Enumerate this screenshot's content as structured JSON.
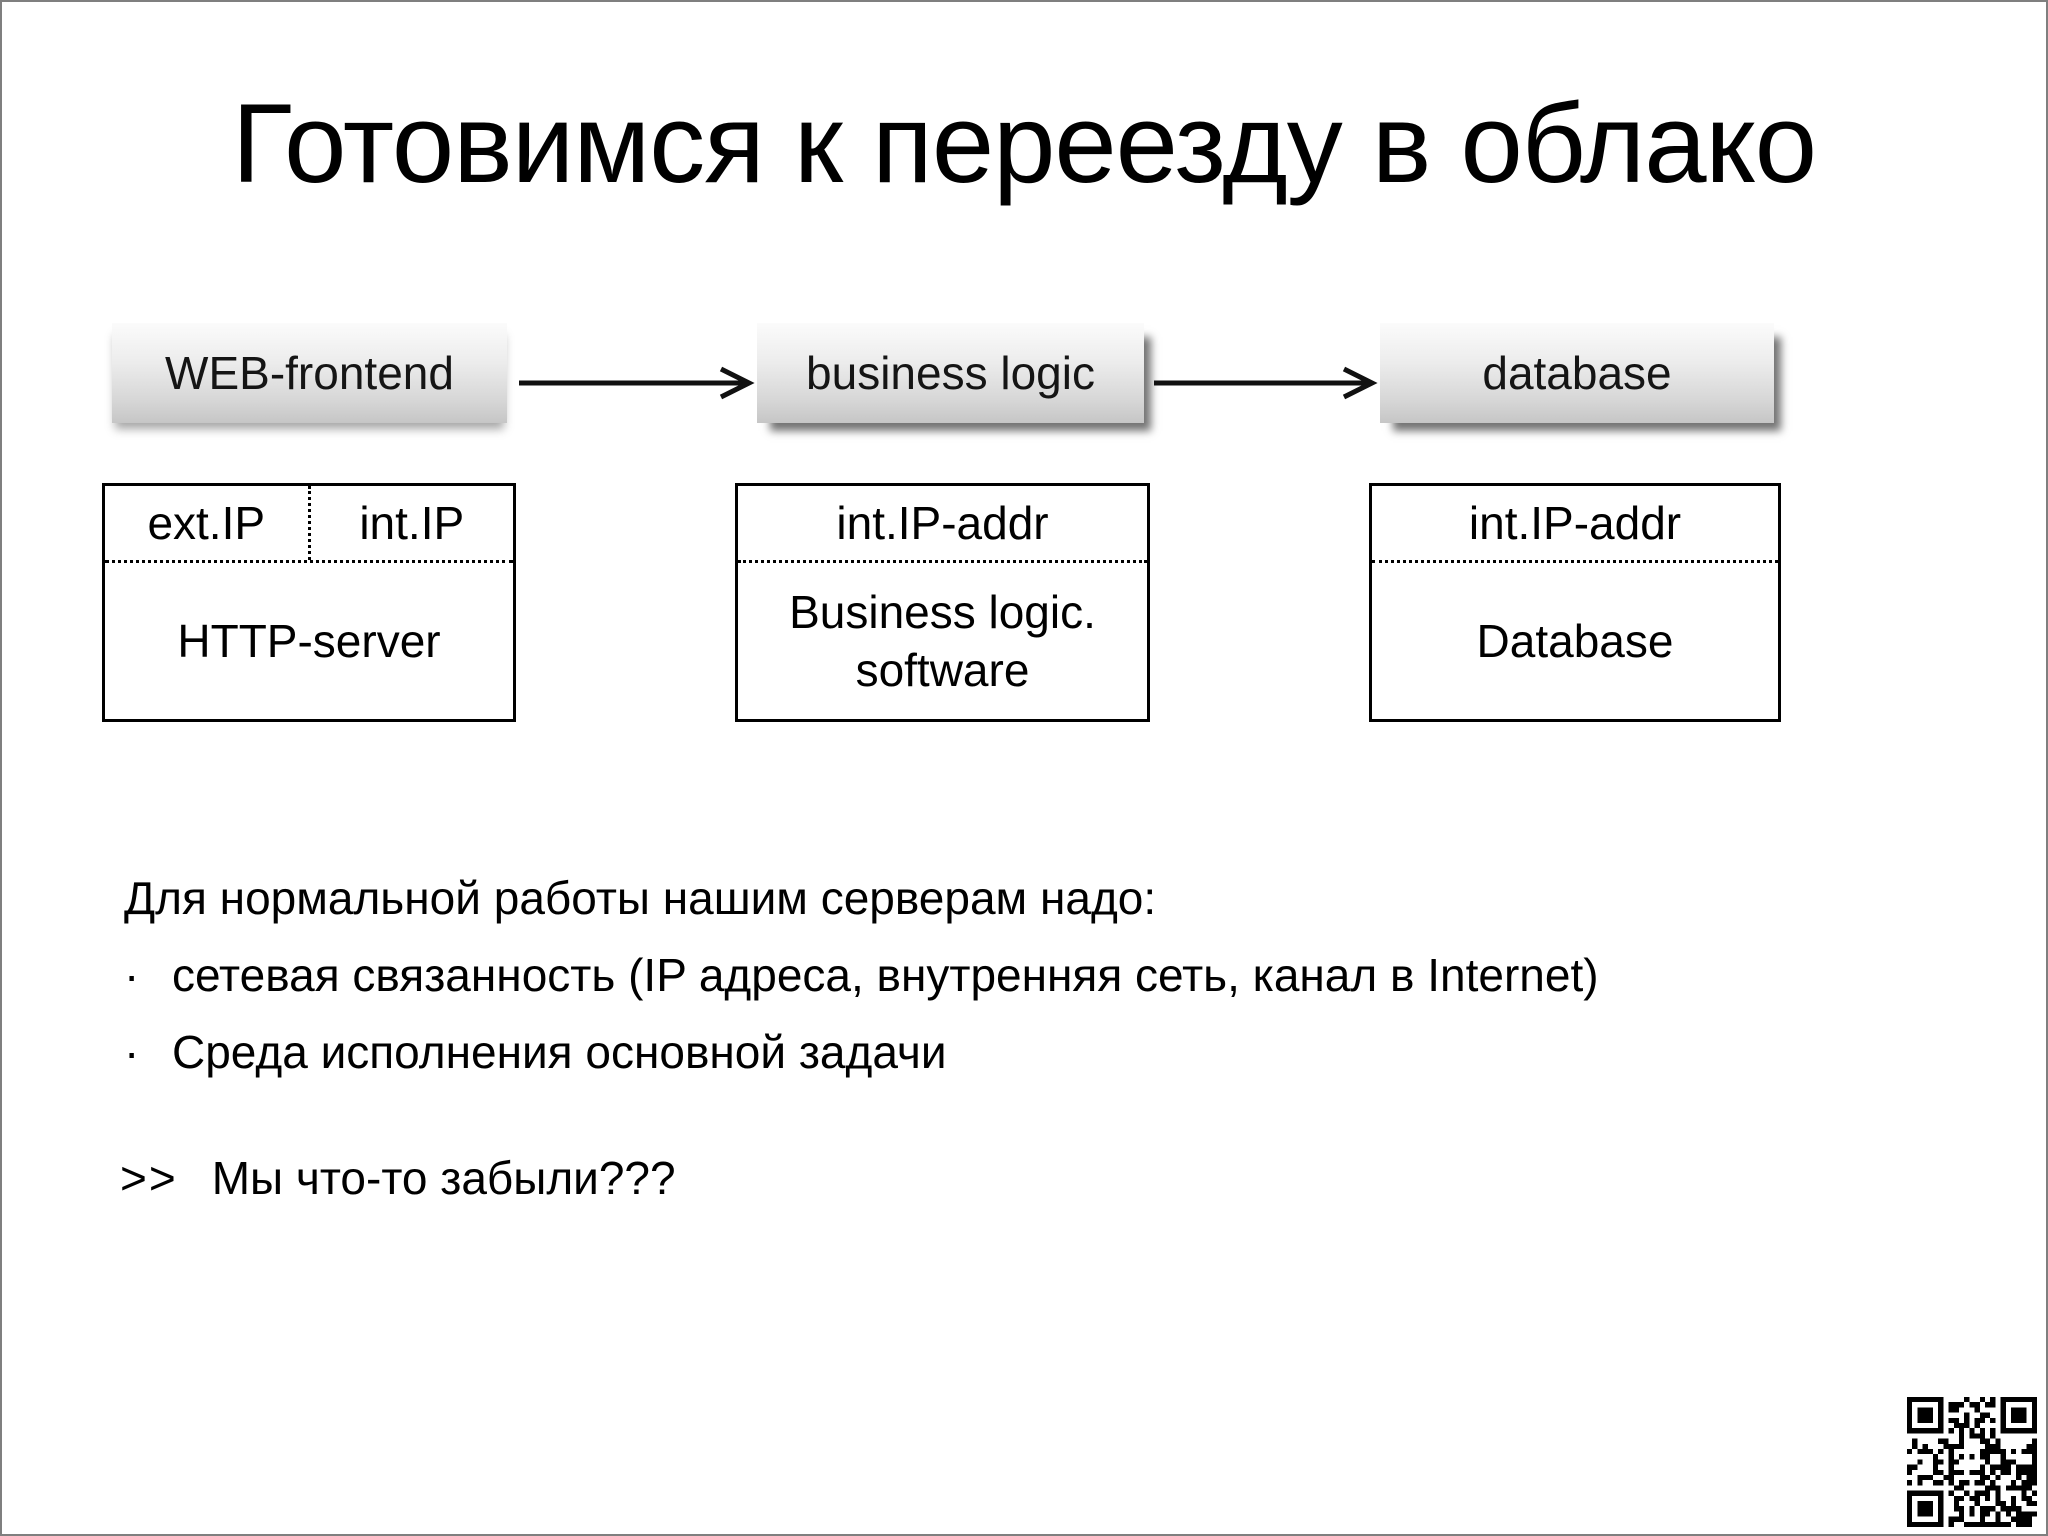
{
  "slide": {
    "title": "Готовимся к переезду в облако",
    "colors": {
      "frame": "#7f7f7f",
      "background": "#ffffff",
      "text": "#000000",
      "node_gradient_top": "#fbfbfb",
      "node_gradient_bottom": "#c6c6c6"
    }
  },
  "flow": {
    "type": "flow-diagram",
    "nodes": [
      {
        "label": "WEB-frontend"
      },
      {
        "label": "business logic"
      },
      {
        "label": "database"
      }
    ],
    "arrows": [
      {
        "from": "WEB-frontend",
        "to": "business logic"
      },
      {
        "from": "business logic",
        "to": "database"
      }
    ]
  },
  "detail_boxes": [
    {
      "header": [
        "ext.IP",
        "int.IP"
      ],
      "body": [
        "HTTP-server"
      ]
    },
    {
      "header": [
        "int.IP-addr"
      ],
      "body": [
        "Business logic.",
        "software"
      ]
    },
    {
      "header": [
        "int.IP-addr"
      ],
      "body": [
        "Database"
      ]
    }
  ],
  "notes": {
    "intro": "Для нормальной работы нашим серверам надо:",
    "bullet_char": "·",
    "bullets": [
      "сетевая связанность (IP адреса, внутренняя сеть, канал в Internet)",
      "Среда исполнения основной задачи"
    ],
    "question_prefix": ">>",
    "question": "Мы что-то забыли???"
  },
  "qr_code": {
    "present": true,
    "position": "bottom-right"
  }
}
